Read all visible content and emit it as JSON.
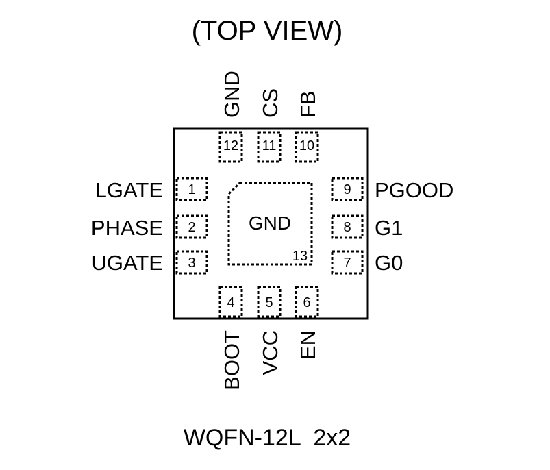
{
  "title": "(TOP VIEW)",
  "package": "WQFN-12L  2x2",
  "exposed_pad": {
    "label": "GND",
    "number": "13"
  },
  "pins_left": [
    {
      "number": "1",
      "name": "LGATE"
    },
    {
      "number": "2",
      "name": "PHASE"
    },
    {
      "number": "3",
      "name": "UGATE"
    }
  ],
  "pins_bottom": [
    {
      "number": "4",
      "name": "BOOT"
    },
    {
      "number": "5",
      "name": "VCC"
    },
    {
      "number": "6",
      "name": "EN"
    }
  ],
  "pins_right": [
    {
      "number": "7",
      "name": "G0"
    },
    {
      "number": "8",
      "name": "G1"
    },
    {
      "number": "9",
      "name": "PGOOD"
    }
  ],
  "pins_top": [
    {
      "number": "10",
      "name": "FB"
    },
    {
      "number": "11",
      "name": "CS"
    },
    {
      "number": "12",
      "name": "GND"
    }
  ]
}
